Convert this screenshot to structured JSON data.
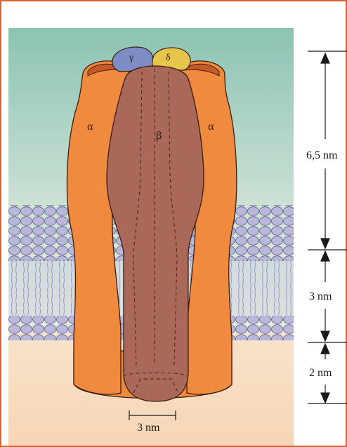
{
  "labels": {
    "alpha_left": "α",
    "alpha_right": "α",
    "beta": "β",
    "gamma": "γ",
    "delta": "δ"
  },
  "dimensions": {
    "top": "6,5 nm",
    "middle": "3 nm",
    "bottom": "2 nm",
    "width": "3 nm"
  },
  "colors": {
    "border": "#e0612e",
    "alpha": "#f08a3e",
    "beta": "#a9685a",
    "gamma": "#7d8cc4",
    "delta": "#e6c64a",
    "membrane": "#b9b7da"
  }
}
